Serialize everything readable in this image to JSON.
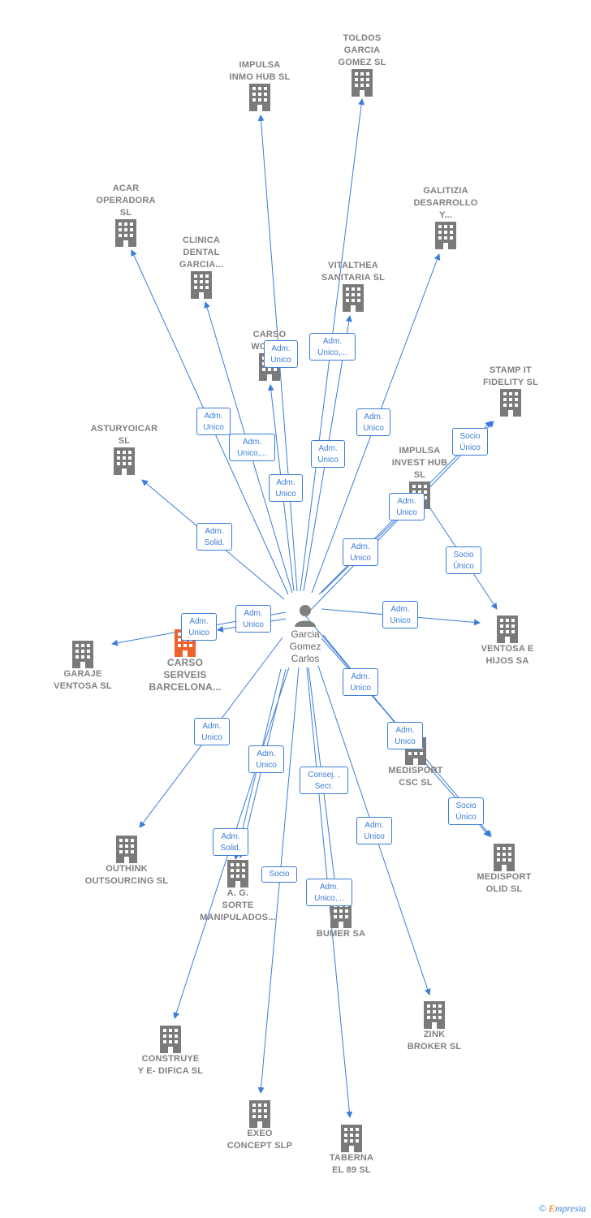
{
  "colors": {
    "edge": "#3b7dd8",
    "building": "#7a7a7a",
    "main_building": "#f0622d",
    "person": "#808080"
  },
  "person": {
    "name": "Garcia\nGomez\nCarlos",
    "icon": "person-icon"
  },
  "nodes": [
    {
      "id": "toldos",
      "name": "TOLDOS\nGARCIA\nGOMEZ  SL"
    },
    {
      "id": "impulsa_inmo",
      "name": "IMPULSA\nINMO HUB  SL"
    },
    {
      "id": "acar",
      "name": "ACAR\nOPERADORA\nSL"
    },
    {
      "id": "galitizia",
      "name": "GALITIZIA\nDESARROLLO\nY..."
    },
    {
      "id": "clinica",
      "name": "CLINICA\nDENTAL\nGARCIA..."
    },
    {
      "id": "vitalthea",
      "name": "VITALTHEA\nSANITARIA  SL"
    },
    {
      "id": "carso_work",
      "name": "CARSO\nWORK..."
    },
    {
      "id": "stamp",
      "name": "STAMP IT\nFIDELITY  SL"
    },
    {
      "id": "asturyoicar",
      "name": "ASTURYOICAR\nSL"
    },
    {
      "id": "impulsa_invest",
      "name": "IMPULSA\nINVEST HUB\nSL"
    },
    {
      "id": "ventosa_hijos",
      "name": "VENTOSA E\nHIJOS SA"
    },
    {
      "id": "garaje",
      "name": "GARAJE\nVENTOSA  SL"
    },
    {
      "id": "carso_serveis",
      "name": "CARSO\nSERVEIS\nBARCELONA..."
    },
    {
      "id": "medisport_csc",
      "name": "MEDISPORT\nCSC  SL"
    },
    {
      "id": "medisport_olid",
      "name": "MEDISPORT\nOLID  SL"
    },
    {
      "id": "outhink",
      "name": "OUTHINK\nOUTSOURCING SL"
    },
    {
      "id": "ag_sorte",
      "name": "A.  G.\nSORTE\nMANIPULADOS..."
    },
    {
      "id": "bumer",
      "name": "BUMER SA"
    },
    {
      "id": "zink",
      "name": "ZINK\nBROKER  SL"
    },
    {
      "id": "construye",
      "name": "CONSTRUYE\nY E- DIFICA  SL"
    },
    {
      "id": "exeo",
      "name": "EXEO\nCONCEPT  SLP"
    },
    {
      "id": "taberna",
      "name": "TABERNA\nEL 89 SL"
    }
  ],
  "tags": [
    {
      "id": "t_impulsa_inmo",
      "text": "Adm.\nUnico"
    },
    {
      "id": "t_toldos",
      "text": "Adm.\nUnico,..."
    },
    {
      "id": "t_acar",
      "text": "Adm.\nUnico"
    },
    {
      "id": "t_clinica",
      "text": "Adm.\nUnico,..."
    },
    {
      "id": "t_carso_work",
      "text": "Adm.\nUnico"
    },
    {
      "id": "t_vitalthea",
      "text": "Adm.\nUnico"
    },
    {
      "id": "t_galitizia",
      "text": "Adm.\nUnico"
    },
    {
      "id": "t_stamp",
      "text": "Socio\nÚnico"
    },
    {
      "id": "t_impulsa_invest",
      "text": "Adm.\nUnico"
    },
    {
      "id": "t_impulsa_invest2",
      "text": "Adm.\nUnico"
    },
    {
      "id": "t_asturyoicar",
      "text": "Adm.\nSolid."
    },
    {
      "id": "t_ventosa_socio",
      "text": "Socio\nÚnico"
    },
    {
      "id": "t_ventosa",
      "text": "Adm.\nUnico"
    },
    {
      "id": "t_carso_serveis",
      "text": "Adm.\nUnico"
    },
    {
      "id": "t_garaje",
      "text": "Adm.\nUnico"
    },
    {
      "id": "t_medisport_csc",
      "text": "Adm.\nUnico"
    },
    {
      "id": "t_medisport_csc2",
      "text": "Adm.\nUnico"
    },
    {
      "id": "t_medisport_olid",
      "text": "Socio\nÚnico"
    },
    {
      "id": "t_outhink",
      "text": "Adm.\nUnico"
    },
    {
      "id": "t_construye",
      "text": "Adm.\nUnico"
    },
    {
      "id": "t_ag_sorte",
      "text": "Adm.\nSolid."
    },
    {
      "id": "t_bumer",
      "text": "Consej. ,\nSecr."
    },
    {
      "id": "t_exeo",
      "text": "Socio"
    },
    {
      "id": "t_taberna",
      "text": "Adm.\nUnico,..."
    },
    {
      "id": "t_zink",
      "text": "Adm.\nUnico"
    }
  ],
  "brand": {
    "copyright": "©",
    "name": "mpresia",
    "initial": "E"
  }
}
